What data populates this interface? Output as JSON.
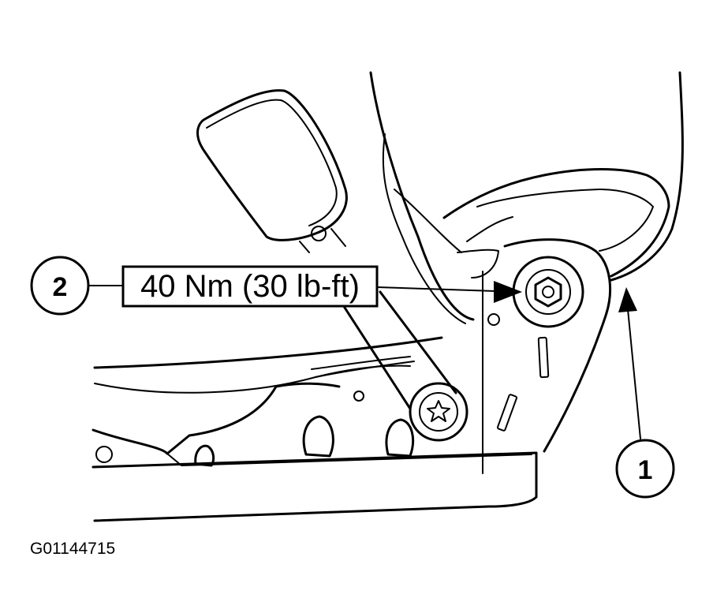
{
  "figure_code": "G01144715",
  "callouts": [
    {
      "number": "1"
    },
    {
      "number": "2"
    }
  ],
  "torque_label": "40 Nm (30 lb-ft)",
  "colors": {
    "ink": "#000000",
    "background": "#ffffff"
  }
}
